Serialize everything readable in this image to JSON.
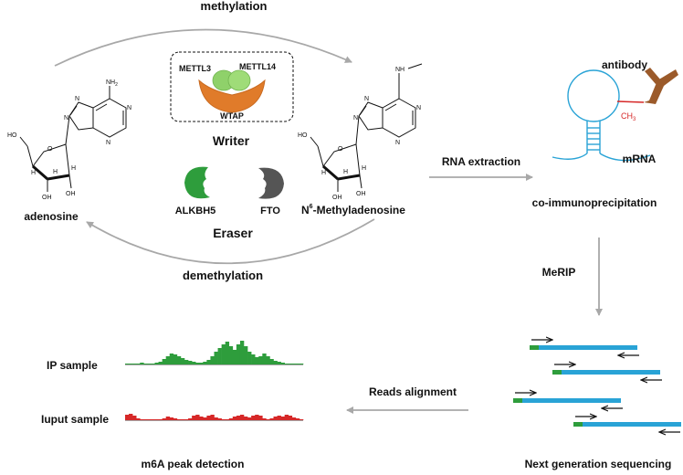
{
  "labels": {
    "methylation": "methylation",
    "demethylation": "demethylation",
    "writer": "Writer",
    "eraser": "Eraser",
    "mettl3": "METTL3",
    "mettl14": "METTL14",
    "wtap": "WTAP",
    "alkbh5": "ALKBH5",
    "fto": "FTO",
    "adenosine": "adenosine",
    "m6a_prefix": "N",
    "m6a_sup": "6",
    "m6a_suffix": "-Methyladenosine",
    "rna_extraction": "RNA extraction",
    "antibody": "antibody",
    "ch3": "CH",
    "ch3_sub": "3",
    "mrna": "mRNA",
    "coip": "co-immunoprecipitation",
    "merip": "MeRIP",
    "ngs": "Next generation sequencing",
    "reads_alignment": "Reads alignment",
    "ip_sample": "IP sample",
    "input_sample": "Iuput sample",
    "peak_detection": "m6A peak detection"
  },
  "atoms": {
    "n": "N",
    "o": "O",
    "h": "H",
    "ho": "HO",
    "oh": "OH",
    "nh2": "NH",
    "nh2_sub": "2",
    "nh": "NH"
  },
  "colors": {
    "writer_cap": "#8fd16a",
    "writer_body": "#e07b2a",
    "alkbh5": "#2e9d3c",
    "fto": "#555555",
    "antibody": "#9b5a2a",
    "ch3": "#d62828",
    "mrna": "#29a3d6",
    "ip_track": "#2e9d3c",
    "input_track": "#d62828",
    "arrow": "#a8a8a8"
  },
  "tracks": {
    "ip": [
      1,
      1,
      1,
      1,
      2,
      1,
      1,
      1,
      2,
      3,
      6,
      9,
      12,
      11,
      9,
      7,
      5,
      4,
      3,
      2,
      2,
      3,
      5,
      9,
      14,
      18,
      22,
      25,
      20,
      16,
      22,
      26,
      20,
      14,
      11,
      8,
      9,
      12,
      9,
      6,
      4,
      3,
      2,
      1,
      1,
      1,
      1,
      1
    ],
    "input": [
      6,
      7,
      5,
      2,
      1,
      1,
      1,
      1,
      1,
      1,
      2,
      4,
      3,
      2,
      1,
      1,
      1,
      2,
      5,
      6,
      4,
      3,
      5,
      6,
      3,
      2,
      1,
      1,
      2,
      4,
      5,
      6,
      4,
      3,
      5,
      6,
      5,
      2,
      1,
      2,
      4,
      5,
      4,
      6,
      5,
      3,
      2,
      1
    ]
  }
}
